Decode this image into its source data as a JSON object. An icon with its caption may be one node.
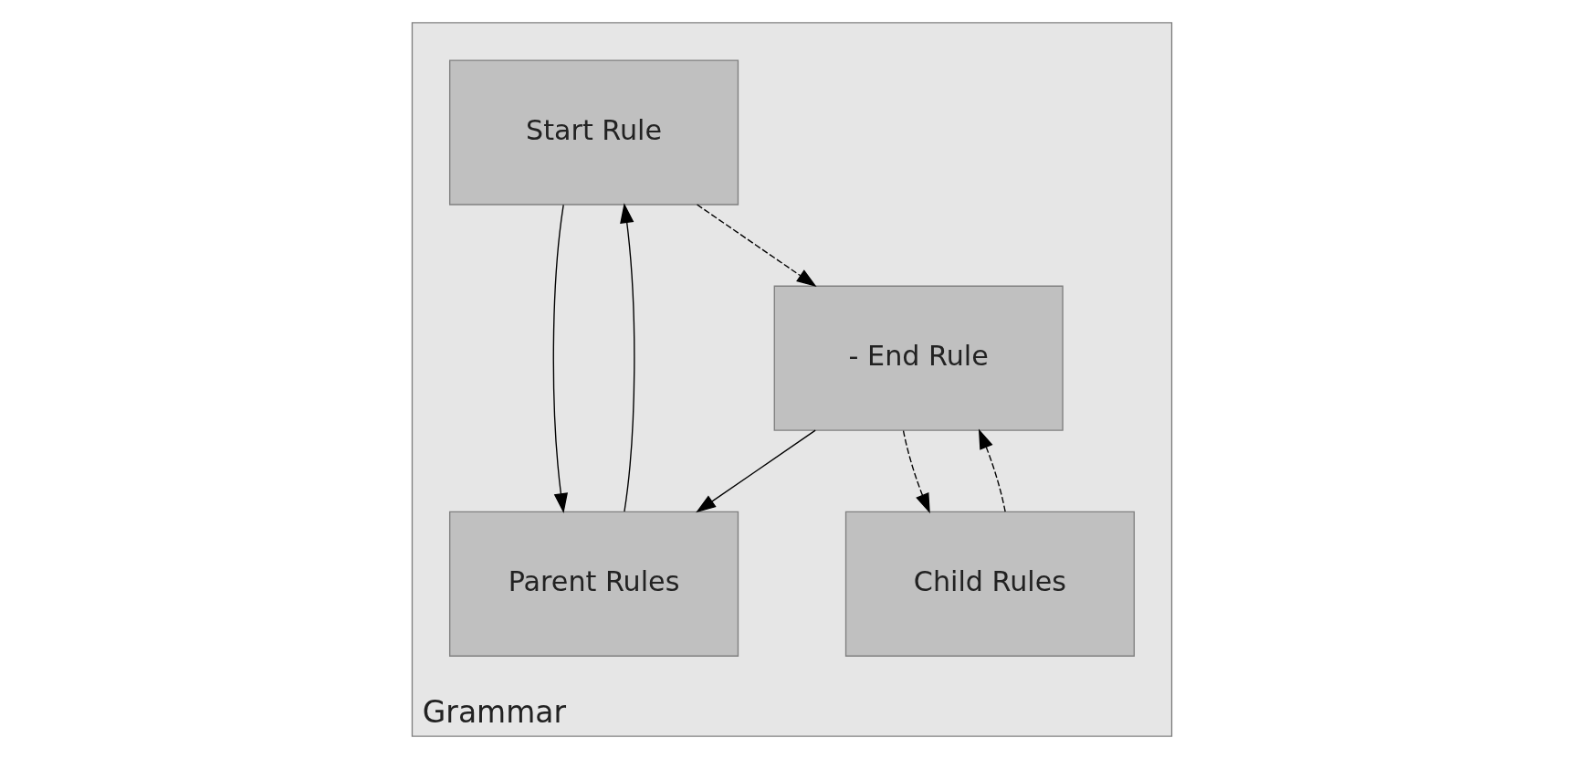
{
  "diagram": {
    "nodes": [
      {
        "text": [
          "Grammar"
        ]
      },
      {
        "text": [
          "Start Rule"
        ],
        "in": 0
      },
      {
        "text": [
          "Child Rules"
        ],
        "in": 0
      },
      {
        "text": [
          "Parent Rules"
        ],
        "in": 0
      },
      {
        "text": [
          "- End Rule"
        ],
        "in": 0
      }
    ],
    "edges": [
      {
        "from": 3,
        "to": 1,
        "arrow": "to"
      },
      {
        "from": 1,
        "to": 4,
        "arrow": "to",
        "style": "dashed"
      },
      {
        "from": 2,
        "to": 4,
        "arrow": "to",
        "style": "dashed"
      },
      {
        "from": 4,
        "to": 2,
        "arrow": "to",
        "style": "dashed"
      },
      {
        "from": 1,
        "to": 3,
        "arrow": "to"
      },
      {
        "from": 4,
        "to": 3,
        "arrow": "to"
      }
    ]
  }
}
